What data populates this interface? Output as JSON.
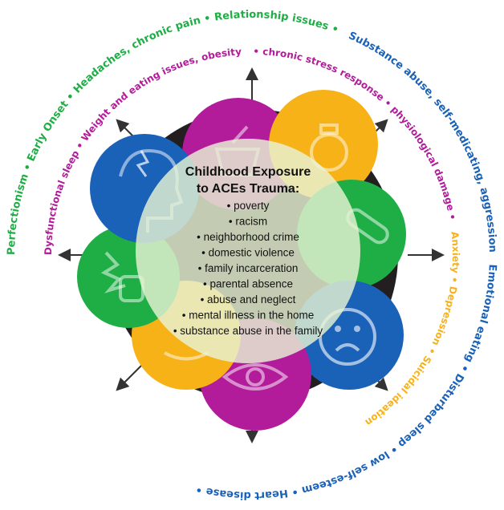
{
  "center": {
    "title_lines": [
      "Childhood Exposure",
      "to ACEs Trauma:"
    ],
    "items": [
      "• poverty",
      "• racism",
      "• neighborhood crime",
      "• domestic violence",
      "• family incarceration",
      "• parental absence",
      "• abuse and neglect",
      "• mental illness in the home",
      "• substance abuse in the family"
    ]
  },
  "icons": [
    {
      "name": "mortar-pestle-icon",
      "color": "#b21c9b"
    },
    {
      "name": "hand-grenade-icon",
      "color": "#f7b217"
    },
    {
      "name": "pill-capsule-icon",
      "color": "#1fae45"
    },
    {
      "name": "sad-face-icon",
      "color": "#1a61b8"
    },
    {
      "name": "eye-icon",
      "color": "#b21c9b"
    },
    {
      "name": "tired-face-icon",
      "color": "#f7b217"
    },
    {
      "name": "fist-icon",
      "color": "#1fae45"
    },
    {
      "name": "head-pain-icon",
      "color": "#1a61b8"
    }
  ],
  "colors": {
    "disc": "#231f20",
    "purple": "#b21c9b",
    "yellow": "#f7b217",
    "green": "#1fae45",
    "blue": "#1a61b8",
    "center": "#e7f3d4"
  },
  "rings": {
    "inner": [
      {
        "text": "Dysfunctional sleep • Weight and eating issues, obesity",
        "color": "#b21c9b"
      },
      {
        "text": "• chronic stress response • physiological damage •",
        "color": "#b21c9b"
      },
      {
        "text": "Anxiety • Depression • Suicidal ideation",
        "color": "#f7b217"
      }
    ],
    "outer": [
      {
        "text": "Perfectionism • Early Onset • Headaches, chronic pain • Relationship issues •",
        "color": "#1fae45"
      },
      {
        "text": "Substance abuse, self-medicating, aggression",
        "color": "#1a61b8"
      },
      {
        "text": "Emotional eating • Disturbed sleep • low self-esteem • Heart disease •",
        "color": "#1a61b8"
      }
    ]
  }
}
